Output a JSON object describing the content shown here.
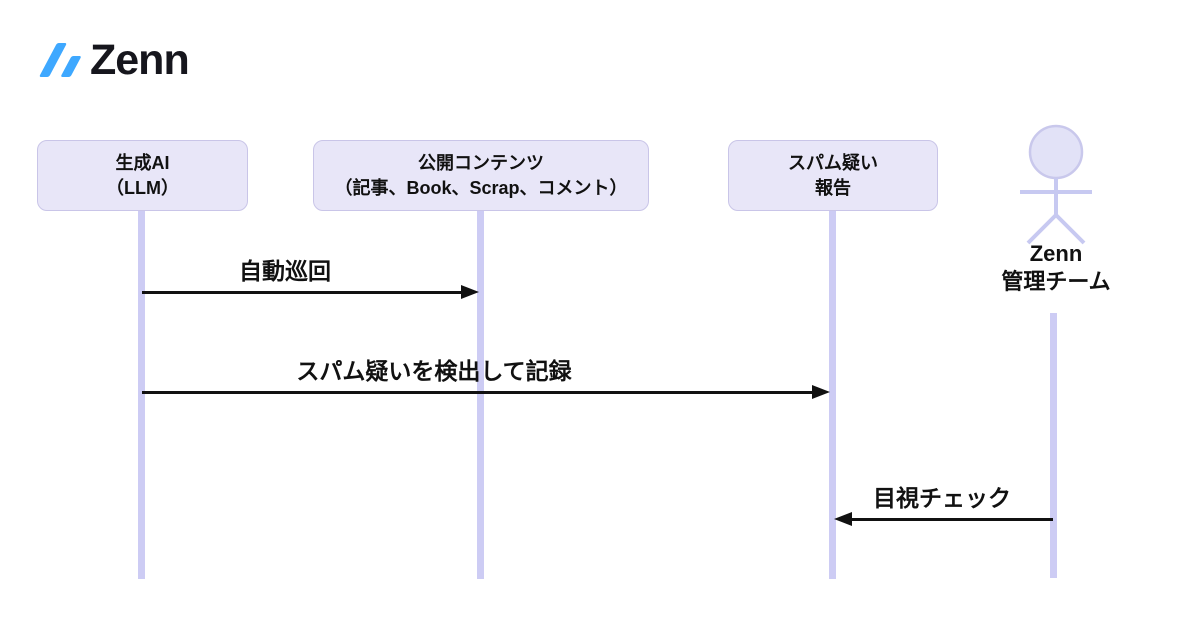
{
  "logo": {
    "text": "Zenn",
    "brand_color": "#3EA8FF"
  },
  "diagram": {
    "type": "sequence",
    "participants": [
      {
        "id": "gen-ai",
        "line1": "生成AI",
        "line2": "（LLM）"
      },
      {
        "id": "content",
        "line1": "公開コンテンツ",
        "line2": "（記事、Book、Scrap、コメント）"
      },
      {
        "id": "spam-report",
        "line1": "スパム疑い",
        "line2": "報告"
      }
    ],
    "actor": {
      "id": "zenn-team",
      "line1": "Zenn",
      "line2": "管理チーム"
    },
    "messages": [
      {
        "label": "自動巡回",
        "from": "gen-ai",
        "to": "content",
        "direction": "right"
      },
      {
        "label": "スパム疑いを検出して記録",
        "from": "gen-ai",
        "to": "spam-report",
        "direction": "right"
      },
      {
        "label": "目視チェック",
        "from": "zenn-team",
        "to": "spam-report",
        "direction": "left"
      }
    ],
    "colors": {
      "box_fill": "#E8E6F8",
      "box_border": "#C9C5E8",
      "lifeline": "#CDCCF4",
      "arrow": "#111111",
      "background": "#FFFFFF"
    }
  }
}
